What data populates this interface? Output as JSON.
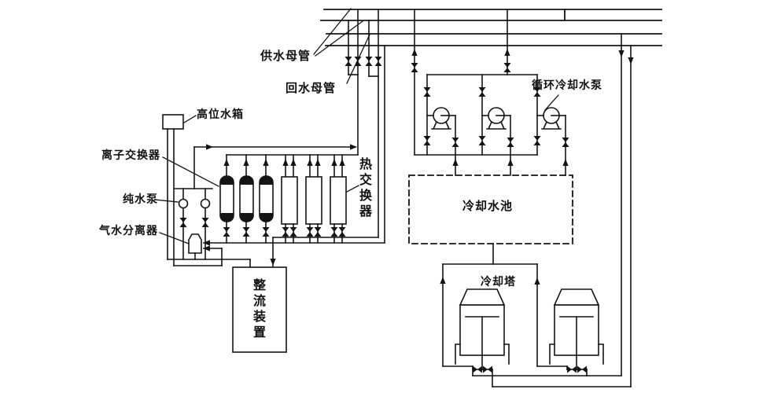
{
  "diagram": {
    "type": "water-supply-and-cooling-system-schematic",
    "colors": {
      "line": "#141414",
      "background": "#ffffff"
    },
    "labels": {
      "supply_main": "供水母管",
      "return_main": "回水母管",
      "elevated_tank": "高位水箱",
      "ion_exchanger": "离子交换器",
      "pure_water_pump": "纯水泵",
      "gas_water_separator": "气水分离器",
      "heat_exchanger": "热交换器",
      "rectifier": "整流装置",
      "circulating_pump": "循环冷却水泵",
      "cooling_pool": "冷却水池",
      "cooling_tower": "冷却塔"
    },
    "equipment_counts": {
      "water_mains": 4,
      "ion_exchangers": 3,
      "heat_exchangers": 3,
      "pure_water_pumps": 2,
      "circulating_cooling_pumps": 3,
      "cooling_towers": 2
    }
  }
}
